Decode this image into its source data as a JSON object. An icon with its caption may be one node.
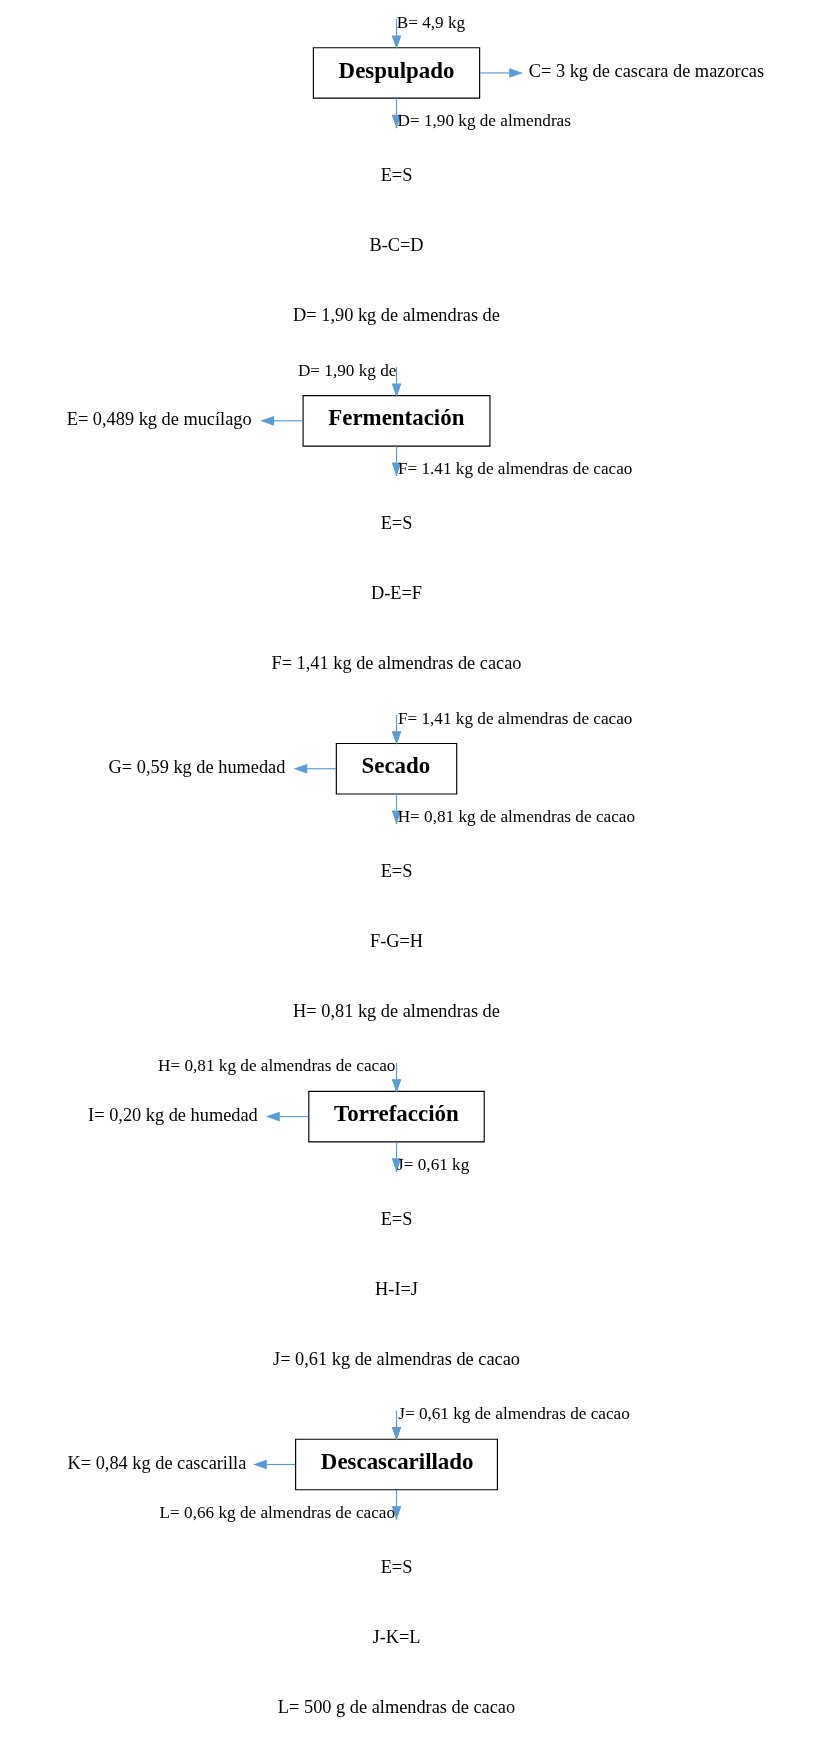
{
  "diagram": {
    "nodes": [
      {
        "text": [
          "Despulpado"
        ]
      },
      {
        "text": [
          "C= 3 kg de cascara de mazorcas"
        ]
      },
      {
        "text": [
          "Fermentación"
        ]
      },
      {
        "text": [
          "E= 0,489 kg de mucílago"
        ]
      },
      {
        "text": [
          "Secado"
        ]
      },
      {
        "text": [
          "G= 0,59 kg de humedad"
        ]
      },
      {
        "text": [
          "Torrefacción"
        ]
      },
      {
        "text": [
          "I= 0,20 kg de humedad"
        ]
      },
      {
        "text": [
          "Descascarillado"
        ]
      },
      {
        "text": [
          "K= 0,84 kg de cascarilla"
        ]
      }
    ],
    "edges": [
      {
        "from": null,
        "to": 0,
        "arrow": "to",
        "label": "B= 4,9 kg"
      },
      {
        "from": 0,
        "to": 1,
        "arrow": "to"
      },
      {
        "from": 0,
        "to": null,
        "arrow": "to",
        "label": "D= 1,90 kg de almendras"
      },
      {
        "from": null,
        "to": 2,
        "arrow": "to",
        "label": "D= 1,90 kg de"
      },
      {
        "from": 2,
        "to": 3,
        "arrow": "to"
      },
      {
        "from": 2,
        "to": null,
        "arrow": "to",
        "label": "F= 1.41 kg de almendras de cacao"
      },
      {
        "from": null,
        "to": 4,
        "arrow": "to",
        "label": "F= 1,41 kg de almendras de cacao"
      },
      {
        "from": 4,
        "to": 5,
        "arrow": "to"
      },
      {
        "from": 4,
        "to": null,
        "arrow": "to",
        "label": "H= 0,81 kg de almendras de cacao"
      },
      {
        "from": null,
        "to": 6,
        "arrow": "to",
        "label": "H= 0,81 kg de almendras de cacao"
      },
      {
        "from": 6,
        "to": 7,
        "arrow": "to"
      },
      {
        "from": 6,
        "to": null,
        "arrow": "to",
        "label": "J= 0,61 kg"
      },
      {
        "from": null,
        "to": 8,
        "arrow": "to",
        "label": "J= 0,61 kg de almendras de cacao"
      },
      {
        "from": 8,
        "to": 9,
        "arrow": "to"
      },
      {
        "from": 8,
        "to": null,
        "arrow": "to",
        "label": "L= 0,66 kg de almendras de cacao"
      }
    ],
    "labels": [
      "E=S",
      "B-C=D",
      "D= 1,90 kg de almendras de",
      "E=S",
      "D-E=F",
      "F= 1,41 kg de almendras de cacao",
      "E=S",
      "F-G=H",
      "H= 0,81 kg de almendras de",
      "E=S",
      "H-I=J",
      "J= 0,61 kg de almendras de cacao",
      "E=S",
      "J-K=L",
      "L= 500 g de almendras de cacao"
    ]
  }
}
